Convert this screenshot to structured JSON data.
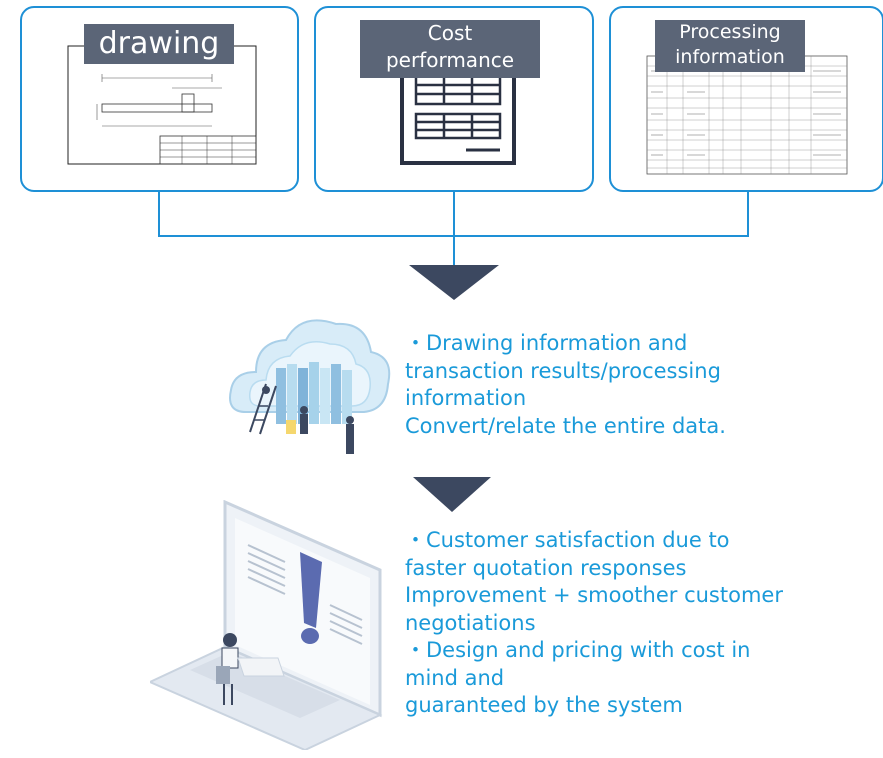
{
  "cards": [
    {
      "label": "drawing"
    },
    {
      "label_lines": [
        "Cost",
        "performance"
      ]
    },
    {
      "label_lines": [
        "Processing",
        "information"
      ]
    }
  ],
  "block1": [
    "・Drawing information and",
    "transaction results/processing",
    "information",
    "Convert/relate the entire data."
  ],
  "block2": [
    "・Customer satisfaction due to",
    "faster quotation responses",
    "Improvement + smoother customer",
    "negotiations",
    "・Design and pricing with cost in",
    "mind and",
    "guaranteed by the system"
  ],
  "colors": {
    "border": "#1e90d6",
    "label_bg": "#5b6577",
    "text": "#1a9ad9",
    "arrow": "#3c4860"
  }
}
